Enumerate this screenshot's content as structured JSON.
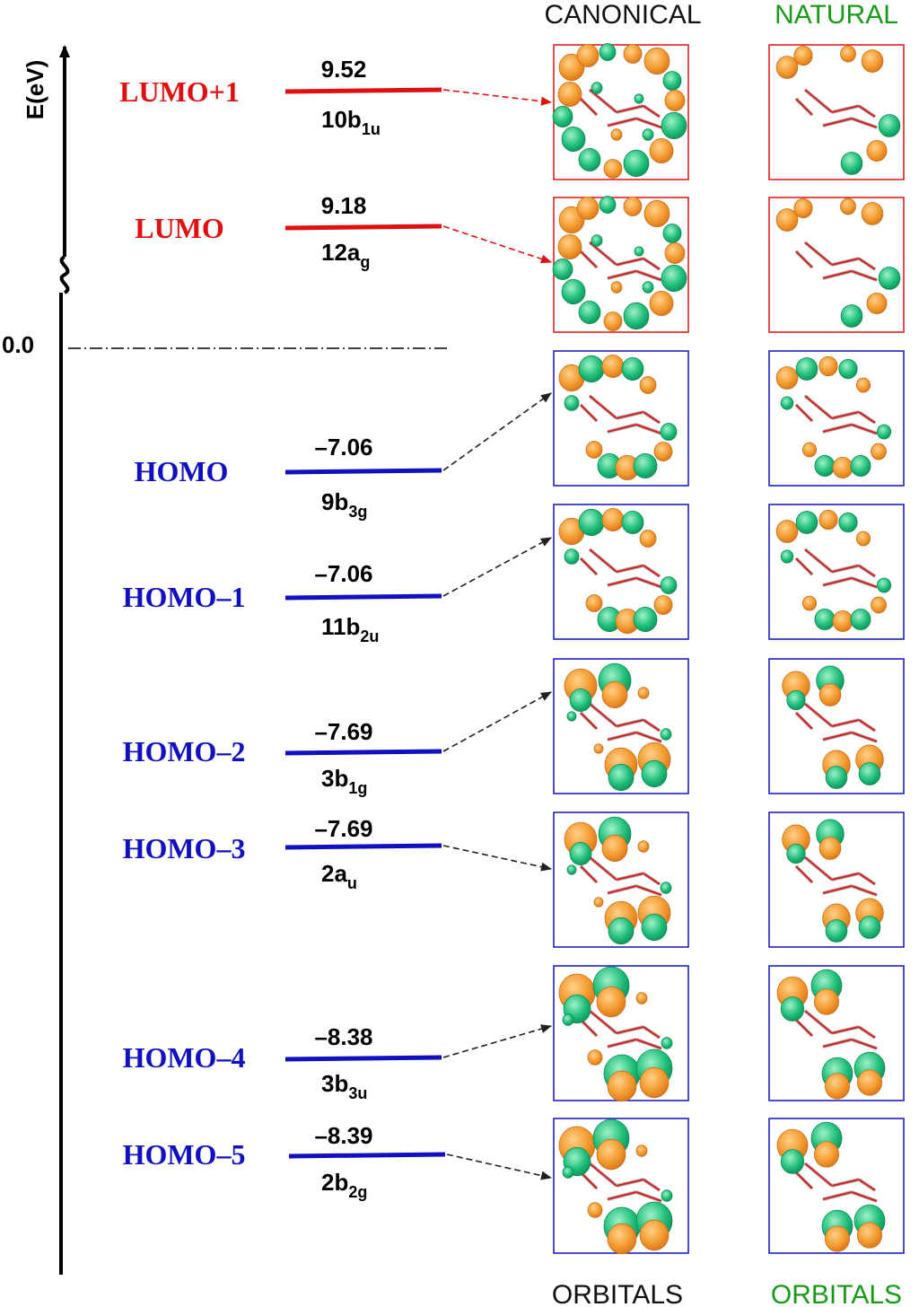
{
  "headers": {
    "canonical_top": "CANONICAL",
    "natural_top": "NATURAL",
    "canonical_bottom": "ORBITALS",
    "natural_bottom": "ORBITALS"
  },
  "axis": {
    "label": "E(eV)",
    "zero_label": "0.0"
  },
  "colors": {
    "unoccupied": "#e01010",
    "occupied": "#1010c0",
    "natural_header": "#1a9a1a",
    "lobe_orange": "#f39a2e",
    "lobe_green": "#1fbf7a",
    "arrow_black": "#202020"
  },
  "levels": [
    {
      "name": "LUMO+1",
      "energy": "9.52",
      "sym_main": "10b",
      "sym_sub": "1u",
      "type": "unoccupied",
      "orbital_pattern": "ring-lobes"
    },
    {
      "name": "LUMO",
      "energy": "9.18",
      "sym_main": "12a",
      "sym_sub": "g",
      "type": "unoccupied",
      "orbital_pattern": "ring-lobes"
    },
    {
      "name": "HOMO",
      "energy": "–7.06",
      "sym_main": "9b",
      "sym_sub": "3g",
      "type": "occupied",
      "orbital_pattern": "chain-lobes"
    },
    {
      "name": "HOMO–1",
      "energy": "–7.06",
      "sym_main": "11b",
      "sym_sub": "2u",
      "type": "occupied",
      "orbital_pattern": "chain-lobes"
    },
    {
      "name": "HOMO–2",
      "energy": "–7.69",
      "sym_main": "3b",
      "sym_sub": "1g",
      "type": "occupied",
      "orbital_pattern": "pair-lobes"
    },
    {
      "name": "HOMO–3",
      "energy": "–7.69",
      "sym_main": "2a",
      "sym_sub": "u",
      "type": "occupied",
      "orbital_pattern": "pair-lobes"
    },
    {
      "name": "HOMO–4",
      "energy": "–8.38",
      "sym_main": "3b",
      "sym_sub": "3u",
      "type": "occupied",
      "orbital_pattern": "dumbbell-lobes"
    },
    {
      "name": "HOMO–5",
      "energy": "–8.39",
      "sym_main": "2b",
      "sym_sub": "2g",
      "type": "occupied",
      "orbital_pattern": "dumbbell-lobes"
    }
  ]
}
